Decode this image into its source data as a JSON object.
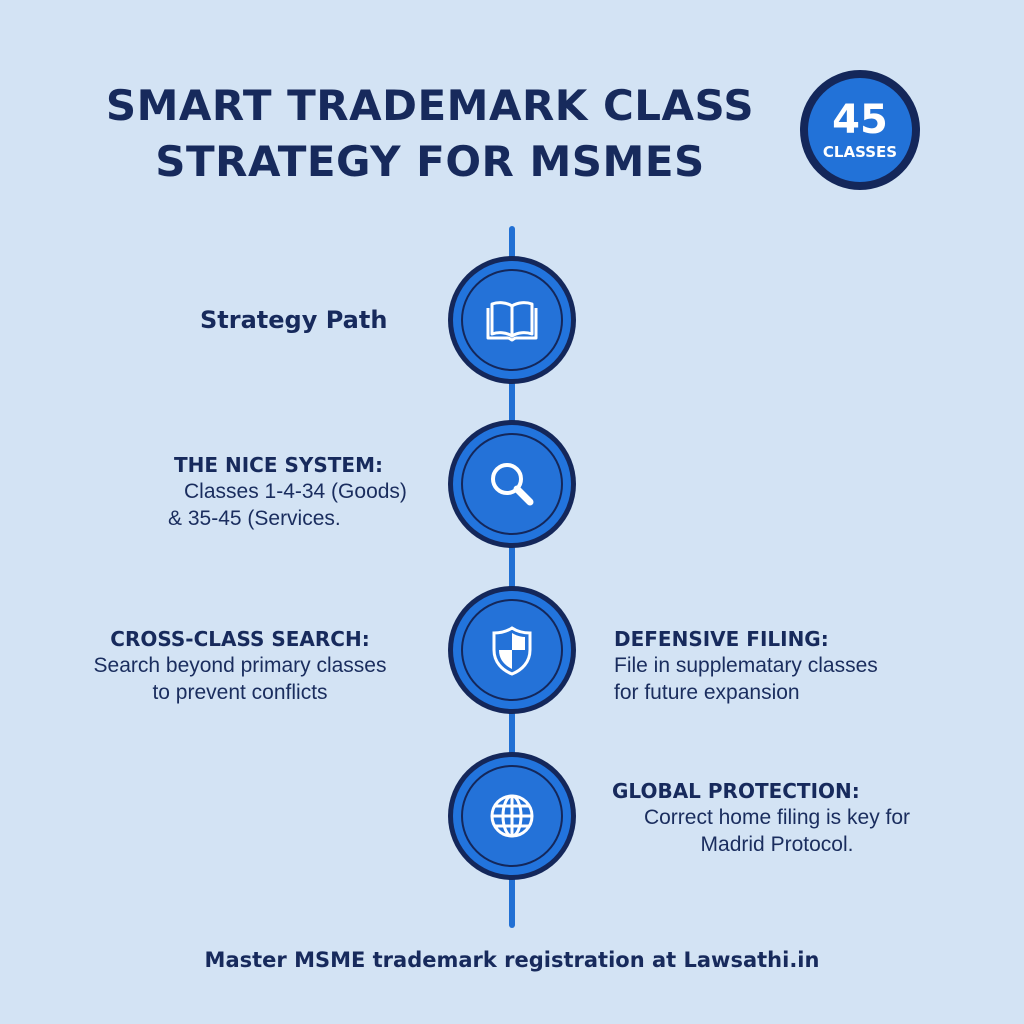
{
  "title": {
    "line1": "SMART TRADEMARK CLASS",
    "line2": "STRATEGY FOR MSMES"
  },
  "badge": {
    "number": "45",
    "label": "CLASSES"
  },
  "timeline": {
    "start_label": "Strategy Path",
    "nodes": [
      {
        "icon": "book-icon"
      },
      {
        "icon": "search-icon"
      },
      {
        "icon": "shield-icon"
      },
      {
        "icon": "globe-icon"
      }
    ]
  },
  "sections": {
    "nice_system": {
      "heading": "THE NICE SYSTEM:",
      "line1": "Classes 1-4-34 (Goods)",
      "line2": "& 35-45 (Services."
    },
    "cross_class": {
      "heading": "CROSS-CLASS SEARCH:",
      "line1": "Search beyond primary classes",
      "line2": "to prevent conflicts"
    },
    "defensive": {
      "heading": "DEFENSIVE FILING:",
      "line1": "File in supplematary classes",
      "line2": "for future expansion"
    },
    "global": {
      "heading": "GLOBAL PROTECTION:",
      "line1": "Correct home filing is key for",
      "line2": "Madrid Protocol."
    }
  },
  "footer": {
    "text": "Master MSME trademark registration at Lawsathi.in"
  },
  "colors": {
    "background": "#d3e3f4",
    "navy": "#14275a",
    "accent_blue": "#2272d8",
    "text": "#172a5c"
  }
}
